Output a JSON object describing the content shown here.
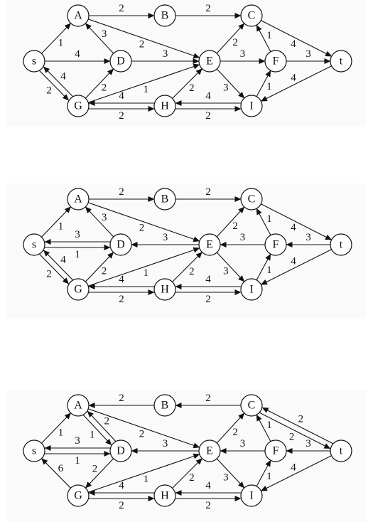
{
  "colors": {
    "stroke": "#111111",
    "node_fill": "#ffffff",
    "panel_bg": "#fafafa"
  },
  "panels": [
    {
      "nodes": [
        {
          "id": "s",
          "label": "s"
        },
        {
          "id": "A",
          "label": "A"
        },
        {
          "id": "B",
          "label": "B"
        },
        {
          "id": "C",
          "label": "C"
        },
        {
          "id": "D",
          "label": "D"
        },
        {
          "id": "E",
          "label": "E"
        },
        {
          "id": "F",
          "label": "F"
        },
        {
          "id": "t",
          "label": "t"
        },
        {
          "id": "G",
          "label": "G"
        },
        {
          "id": "H",
          "label": "H"
        },
        {
          "id": "I",
          "label": "I"
        }
      ],
      "edges": [
        {
          "from": "s",
          "to": "A",
          "label": "1"
        },
        {
          "from": "A",
          "to": "B",
          "label": "2"
        },
        {
          "from": "B",
          "to": "C",
          "label": "2"
        },
        {
          "from": "C",
          "to": "t",
          "label": "4"
        },
        {
          "from": "D",
          "to": "A",
          "label": "3"
        },
        {
          "from": "A",
          "to": "E",
          "label": "2"
        },
        {
          "from": "s",
          "to": "D",
          "label": "4"
        },
        {
          "from": "D",
          "to": "E",
          "label": "3"
        },
        {
          "from": "E",
          "to": "C",
          "label": "2"
        },
        {
          "from": "F",
          "to": "C",
          "label": "1"
        },
        {
          "from": "E",
          "to": "F",
          "label": "3"
        },
        {
          "from": "F",
          "to": "t",
          "label": "3"
        },
        {
          "from": "s",
          "to": "G",
          "label": "2"
        },
        {
          "from": "G",
          "to": "s",
          "label": "4"
        },
        {
          "from": "G",
          "to": "D",
          "label": "2"
        },
        {
          "from": "G",
          "to": "E",
          "label": "1"
        },
        {
          "from": "H",
          "to": "E",
          "label": "2"
        },
        {
          "from": "E",
          "to": "I",
          "label": "3"
        },
        {
          "from": "I",
          "to": "F",
          "label": "1"
        },
        {
          "from": "t",
          "to": "I",
          "label": "4"
        },
        {
          "from": "G",
          "to": "H",
          "label": "2"
        },
        {
          "from": "H",
          "to": "G",
          "label": "4"
        },
        {
          "from": "H",
          "to": "I",
          "label": "2"
        },
        {
          "from": "I",
          "to": "H",
          "label": "4"
        }
      ]
    },
    {
      "nodes": [
        {
          "id": "s",
          "label": "s"
        },
        {
          "id": "A",
          "label": "A"
        },
        {
          "id": "B",
          "label": "B"
        },
        {
          "id": "C",
          "label": "C"
        },
        {
          "id": "D",
          "label": "D"
        },
        {
          "id": "E",
          "label": "E"
        },
        {
          "id": "F",
          "label": "F"
        },
        {
          "id": "t",
          "label": "t"
        },
        {
          "id": "G",
          "label": "G"
        },
        {
          "id": "H",
          "label": "H"
        },
        {
          "id": "I",
          "label": "I"
        }
      ],
      "edges": [
        {
          "from": "s",
          "to": "A",
          "label": "1"
        },
        {
          "from": "A",
          "to": "B",
          "label": "2"
        },
        {
          "from": "B",
          "to": "C",
          "label": "2"
        },
        {
          "from": "C",
          "to": "t",
          "label": "4"
        },
        {
          "from": "D",
          "to": "A",
          "label": "3"
        },
        {
          "from": "A",
          "to": "E",
          "label": "2"
        },
        {
          "from": "s",
          "to": "D",
          "label": "1"
        },
        {
          "from": "D",
          "to": "s",
          "label": "3"
        },
        {
          "from": "E",
          "to": "D",
          "label": "3"
        },
        {
          "from": "E",
          "to": "C",
          "label": "2"
        },
        {
          "from": "F",
          "to": "C",
          "label": "1"
        },
        {
          "from": "F",
          "to": "E",
          "label": "3"
        },
        {
          "from": "t",
          "to": "F",
          "label": "3"
        },
        {
          "from": "s",
          "to": "G",
          "label": "2"
        },
        {
          "from": "G",
          "to": "s",
          "label": "4"
        },
        {
          "from": "G",
          "to": "D",
          "label": "2"
        },
        {
          "from": "G",
          "to": "E",
          "label": "1"
        },
        {
          "from": "H",
          "to": "E",
          "label": "2"
        },
        {
          "from": "E",
          "to": "I",
          "label": "3"
        },
        {
          "from": "I",
          "to": "F",
          "label": "1"
        },
        {
          "from": "t",
          "to": "I",
          "label": "4"
        },
        {
          "from": "G",
          "to": "H",
          "label": "2"
        },
        {
          "from": "H",
          "to": "G",
          "label": "4"
        },
        {
          "from": "H",
          "to": "I",
          "label": "2"
        },
        {
          "from": "I",
          "to": "H",
          "label": "4"
        }
      ]
    },
    {
      "nodes": [
        {
          "id": "s",
          "label": "s"
        },
        {
          "id": "A",
          "label": "A"
        },
        {
          "id": "B",
          "label": "B"
        },
        {
          "id": "C",
          "label": "C"
        },
        {
          "id": "D",
          "label": "D"
        },
        {
          "id": "E",
          "label": "E"
        },
        {
          "id": "F",
          "label": "F"
        },
        {
          "id": "t",
          "label": "t"
        },
        {
          "id": "G",
          "label": "G"
        },
        {
          "id": "H",
          "label": "H"
        },
        {
          "id": "I",
          "label": "I"
        }
      ],
      "edges": [
        {
          "from": "s",
          "to": "A",
          "label": "1"
        },
        {
          "from": "B",
          "to": "A",
          "label": "2"
        },
        {
          "from": "C",
          "to": "B",
          "label": "2"
        },
        {
          "from": "t",
          "to": "C",
          "label": "2"
        },
        {
          "from": "C",
          "to": "t",
          "label": "2"
        },
        {
          "from": "A",
          "to": "D",
          "label": "1"
        },
        {
          "from": "D",
          "to": "A",
          "label": "2"
        },
        {
          "from": "A",
          "to": "E",
          "label": "2"
        },
        {
          "from": "s",
          "to": "D",
          "label": "1"
        },
        {
          "from": "D",
          "to": "s",
          "label": "3"
        },
        {
          "from": "E",
          "to": "D",
          "label": "3"
        },
        {
          "from": "E",
          "to": "C",
          "label": "2"
        },
        {
          "from": "F",
          "to": "C",
          "label": "1"
        },
        {
          "from": "F",
          "to": "E",
          "label": "3"
        },
        {
          "from": "t",
          "to": "F",
          "label": "3"
        },
        {
          "from": "G",
          "to": "s",
          "label": "6"
        },
        {
          "from": "D",
          "to": "G",
          "label": "2"
        },
        {
          "from": "G",
          "to": "E",
          "label": "1"
        },
        {
          "from": "H",
          "to": "E",
          "label": "2"
        },
        {
          "from": "E",
          "to": "I",
          "label": "3"
        },
        {
          "from": "I",
          "to": "F",
          "label": "1"
        },
        {
          "from": "t",
          "to": "I",
          "label": "4"
        },
        {
          "from": "G",
          "to": "H",
          "label": "2"
        },
        {
          "from": "H",
          "to": "G",
          "label": "4"
        },
        {
          "from": "H",
          "to": "I",
          "label": "2"
        },
        {
          "from": "I",
          "to": "H",
          "label": "4"
        }
      ]
    }
  ]
}
